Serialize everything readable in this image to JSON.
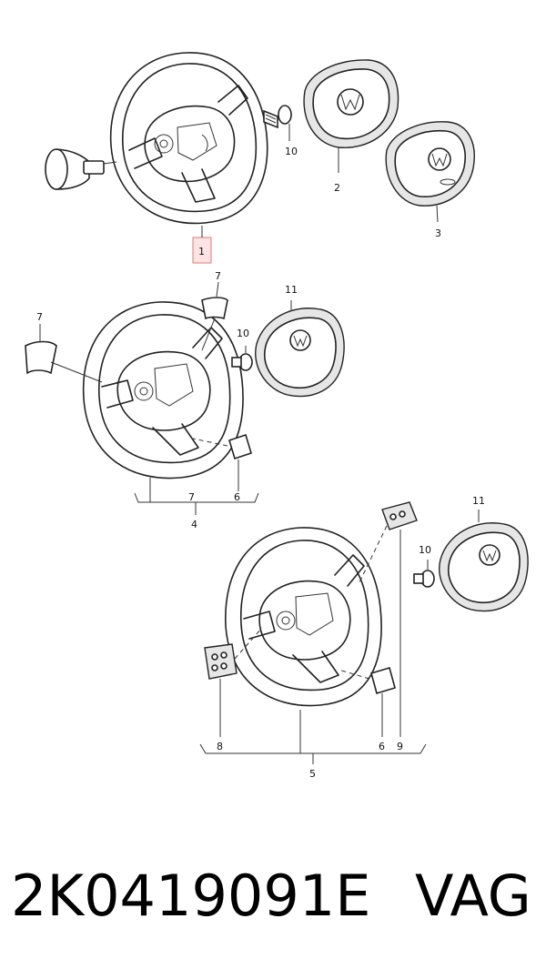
{
  "callouts": {
    "c1": "1",
    "c2": "2",
    "c3": "3",
    "c4": "4",
    "c5": "5",
    "c6a": "6",
    "c6b": "6",
    "c7a": "7",
    "c7b": "7",
    "c7c": "7",
    "c8": "8",
    "c9": "9",
    "c10a": "10",
    "c10b": "10",
    "c10c": "10",
    "c11a": "11",
    "c11b": "11"
  },
  "footer": {
    "part_number": "2K0419091E",
    "brand": "VAG"
  },
  "colors": {
    "highlight_fill": "#fde3e3",
    "highlight_stroke": "#e07a7a",
    "line": "#222222"
  }
}
